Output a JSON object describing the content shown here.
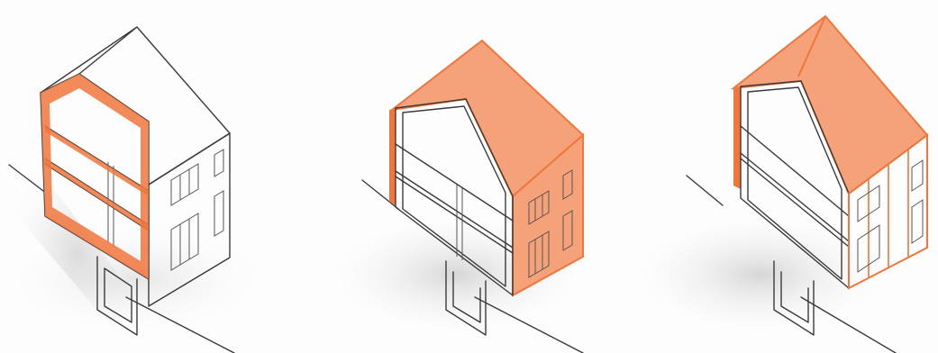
{
  "figure": {
    "panels": [
      {
        "id": "cross-section-frame",
        "highlight": "cross-section"
      },
      {
        "id": "roof-and-gable-wall",
        "highlight": "envelope"
      },
      {
        "id": "roof-and-wall-panels",
        "highlight": "panels"
      }
    ]
  },
  "colors": {
    "highlight": "#f0763c",
    "highlight_fill": "#f5a27a",
    "line": "#3a3a3a",
    "shadow": "#dcdcdc",
    "background": "#fdfdfd"
  }
}
